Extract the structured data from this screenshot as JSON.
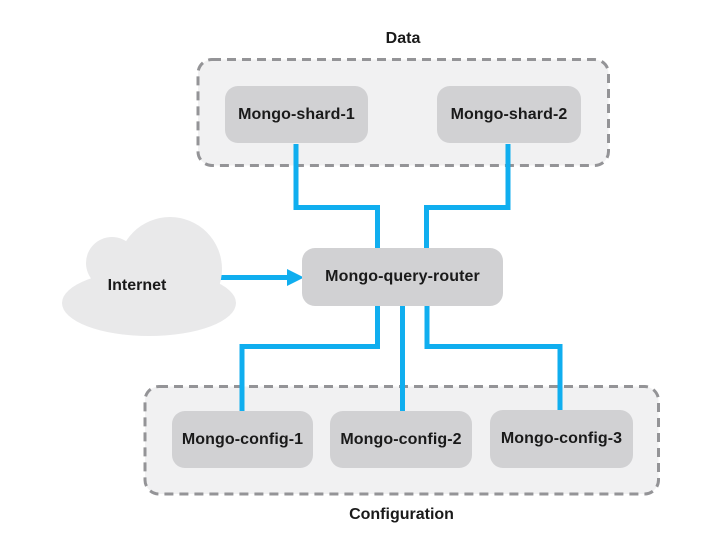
{
  "diagram": {
    "data_group": {
      "label": "Data",
      "nodes": [
        {
          "label": "Mongo-shard-1"
        },
        {
          "label": "Mongo-shard-2"
        }
      ]
    },
    "router": {
      "label": "Mongo-query-router"
    },
    "cloud": {
      "label": "Internet"
    },
    "config_group": {
      "label": "Configuration",
      "nodes": [
        {
          "label": "Mongo-config-1"
        },
        {
          "label": "Mongo-config-2"
        },
        {
          "label": "Mongo-config-3"
        }
      ]
    }
  },
  "colors": {
    "connector": "#10aeef",
    "node_fill": "#d1d1d3",
    "group_fill": "#f1f1f2",
    "group_border": "#949497",
    "cloud_fill": "#e9e9ea",
    "text": "#1a1a1a",
    "background": "#ffffff"
  }
}
